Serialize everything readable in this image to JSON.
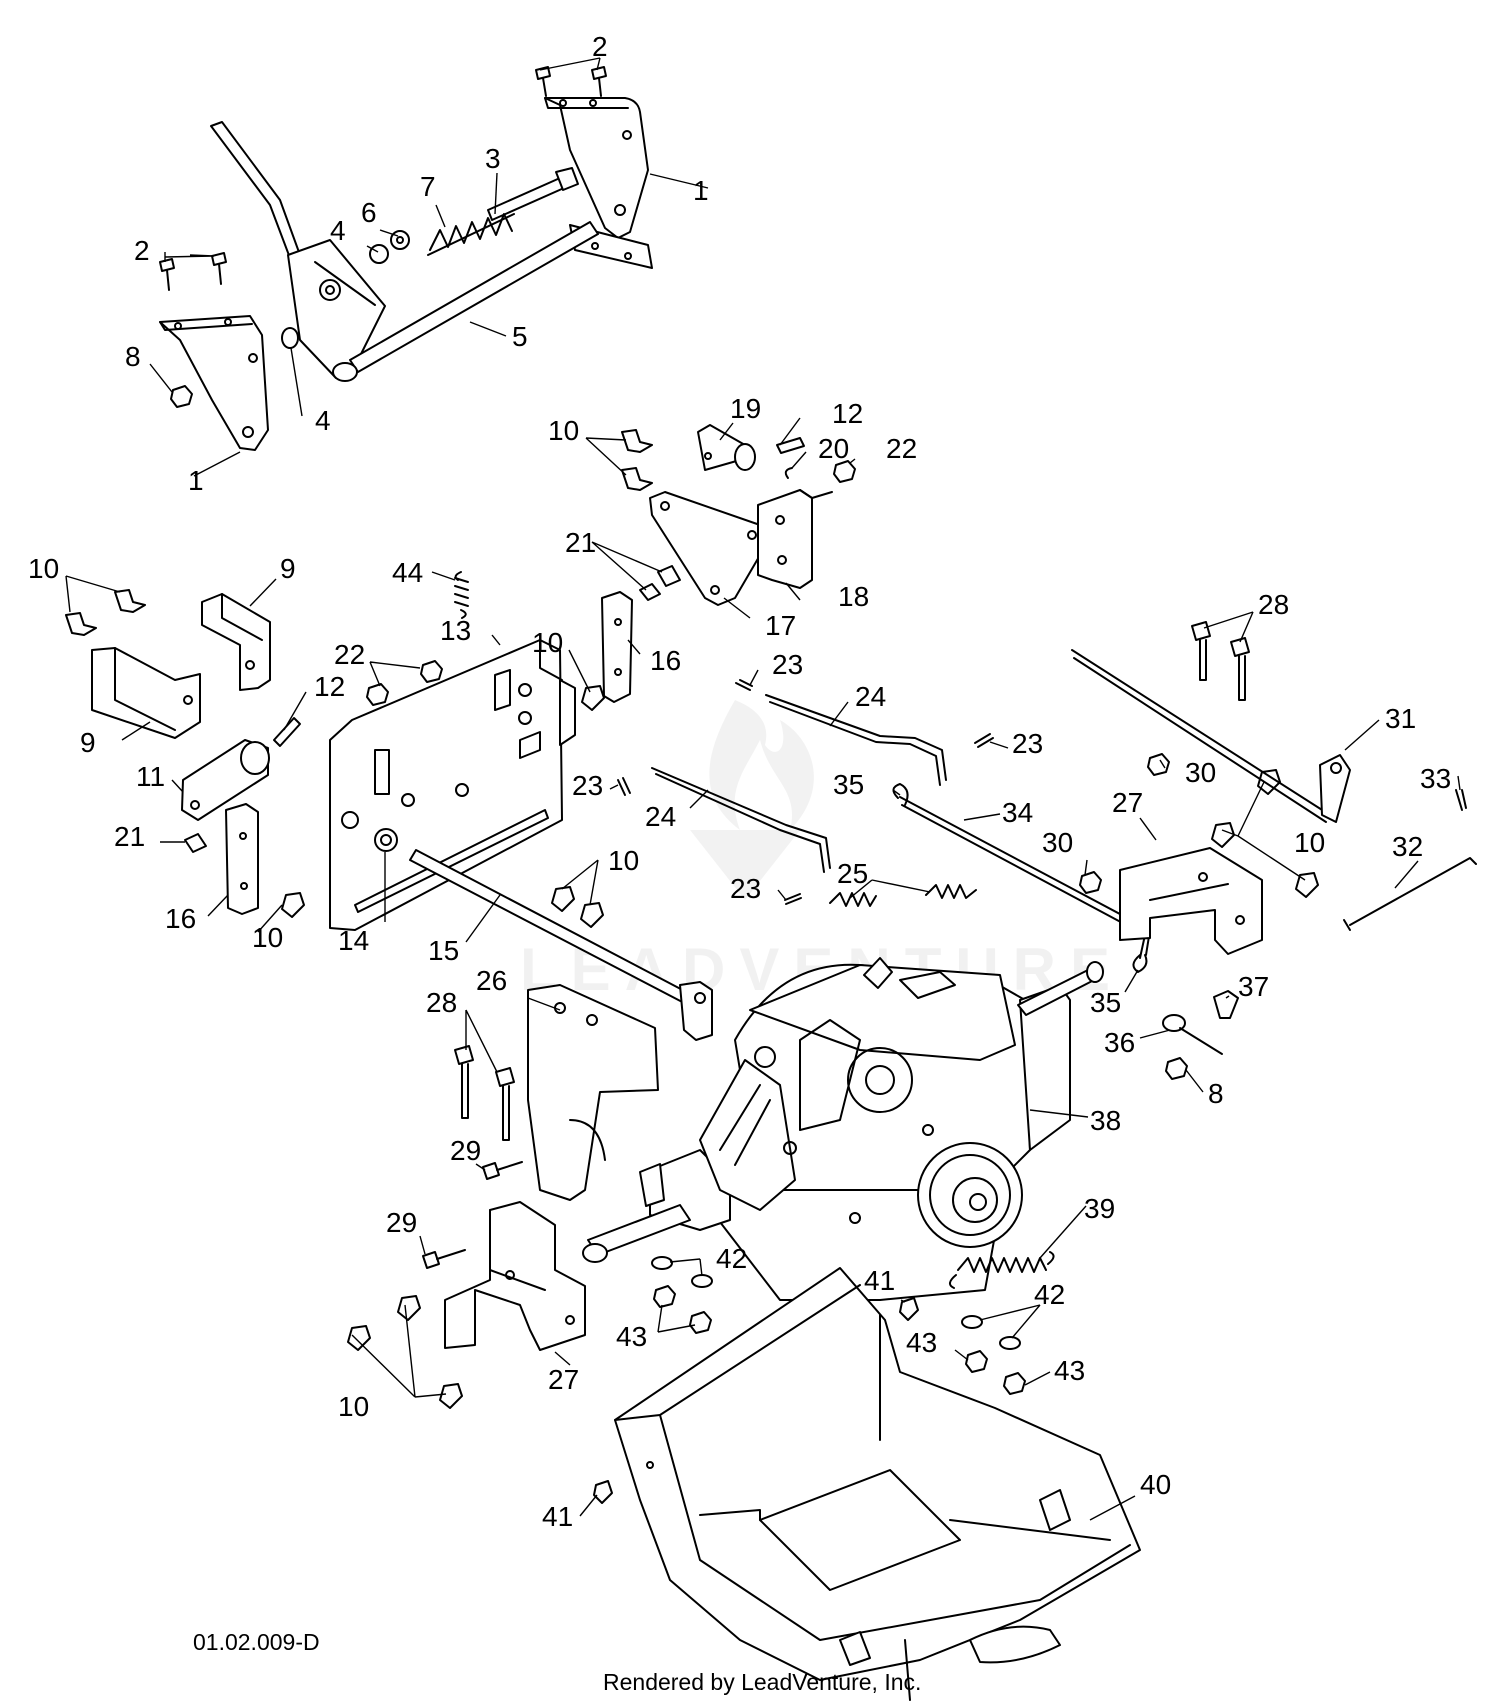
{
  "diagram": {
    "drawing_code": "01.02.009-D",
    "credit": "Rendered by LeadVenture, Inc.",
    "watermark": "LEADVENTURE",
    "callouts": [
      {
        "id": "c1a",
        "text": "1"
      },
      {
        "id": "c1b",
        "text": "1"
      },
      {
        "id": "c2a",
        "text": "2"
      },
      {
        "id": "c2b",
        "text": "2"
      },
      {
        "id": "c3",
        "text": "3"
      },
      {
        "id": "c4a",
        "text": "4"
      },
      {
        "id": "c4b",
        "text": "4"
      },
      {
        "id": "c5",
        "text": "5"
      },
      {
        "id": "c6",
        "text": "6"
      },
      {
        "id": "c7",
        "text": "7"
      },
      {
        "id": "c8a",
        "text": "8"
      },
      {
        "id": "c8b",
        "text": "8"
      },
      {
        "id": "c9a",
        "text": "9"
      },
      {
        "id": "c9b",
        "text": "9"
      },
      {
        "id": "c10a",
        "text": "10"
      },
      {
        "id": "c10b",
        "text": "10"
      },
      {
        "id": "c10c",
        "text": "10"
      },
      {
        "id": "c10d",
        "text": "10"
      },
      {
        "id": "c10e",
        "text": "10"
      },
      {
        "id": "c10f",
        "text": "10"
      },
      {
        "id": "c10g",
        "text": "10"
      },
      {
        "id": "c11",
        "text": "11"
      },
      {
        "id": "c12a",
        "text": "12"
      },
      {
        "id": "c12b",
        "text": "12"
      },
      {
        "id": "c13",
        "text": "13"
      },
      {
        "id": "c14",
        "text": "14"
      },
      {
        "id": "c15",
        "text": "15"
      },
      {
        "id": "c16a",
        "text": "16"
      },
      {
        "id": "c16b",
        "text": "16"
      },
      {
        "id": "c17",
        "text": "17"
      },
      {
        "id": "c18",
        "text": "18"
      },
      {
        "id": "c19",
        "text": "19"
      },
      {
        "id": "c20",
        "text": "20"
      },
      {
        "id": "c21a",
        "text": "21"
      },
      {
        "id": "c21b",
        "text": "21"
      },
      {
        "id": "c22a",
        "text": "22"
      },
      {
        "id": "c22b",
        "text": "22"
      },
      {
        "id": "c23a",
        "text": "23"
      },
      {
        "id": "c23b",
        "text": "23"
      },
      {
        "id": "c23c",
        "text": "23"
      },
      {
        "id": "c23d",
        "text": "23"
      },
      {
        "id": "c24a",
        "text": "24"
      },
      {
        "id": "c24b",
        "text": "24"
      },
      {
        "id": "c25",
        "text": "25"
      },
      {
        "id": "c26",
        "text": "26"
      },
      {
        "id": "c27a",
        "text": "27"
      },
      {
        "id": "c27b",
        "text": "27"
      },
      {
        "id": "c28a",
        "text": "28"
      },
      {
        "id": "c28b",
        "text": "28"
      },
      {
        "id": "c29a",
        "text": "29"
      },
      {
        "id": "c29b",
        "text": "29"
      },
      {
        "id": "c30a",
        "text": "30"
      },
      {
        "id": "c30b",
        "text": "30"
      },
      {
        "id": "c31",
        "text": "31"
      },
      {
        "id": "c32",
        "text": "32"
      },
      {
        "id": "c33",
        "text": "33"
      },
      {
        "id": "c34",
        "text": "34"
      },
      {
        "id": "c35a",
        "text": "35"
      },
      {
        "id": "c35b",
        "text": "35"
      },
      {
        "id": "c36",
        "text": "36"
      },
      {
        "id": "c37",
        "text": "37"
      },
      {
        "id": "c38",
        "text": "38"
      },
      {
        "id": "c39",
        "text": "39"
      },
      {
        "id": "c40",
        "text": "40"
      },
      {
        "id": "c41a",
        "text": "41"
      },
      {
        "id": "c41b",
        "text": "41"
      },
      {
        "id": "c42a",
        "text": "42"
      },
      {
        "id": "c42b",
        "text": "42"
      },
      {
        "id": "c43a",
        "text": "43"
      },
      {
        "id": "c43b",
        "text": "43"
      },
      {
        "id": "c43c",
        "text": "43"
      },
      {
        "id": "c44",
        "text": "44"
      }
    ]
  }
}
